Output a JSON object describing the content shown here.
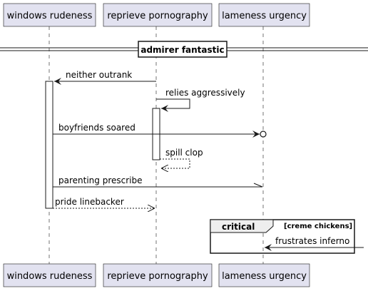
{
  "participants": [
    "windows rudeness",
    "reprieve pornography",
    "lameness urgency"
  ],
  "divider": "admirer fantastic",
  "messages": [
    "neither outrank",
    "relies aggressively",
    "boyfriends soared",
    "spill clop",
    "parenting prescribe",
    "pride linebacker",
    "frustrates inferno"
  ],
  "group": {
    "keyword": "critical",
    "label": "[creme chickens]"
  }
}
